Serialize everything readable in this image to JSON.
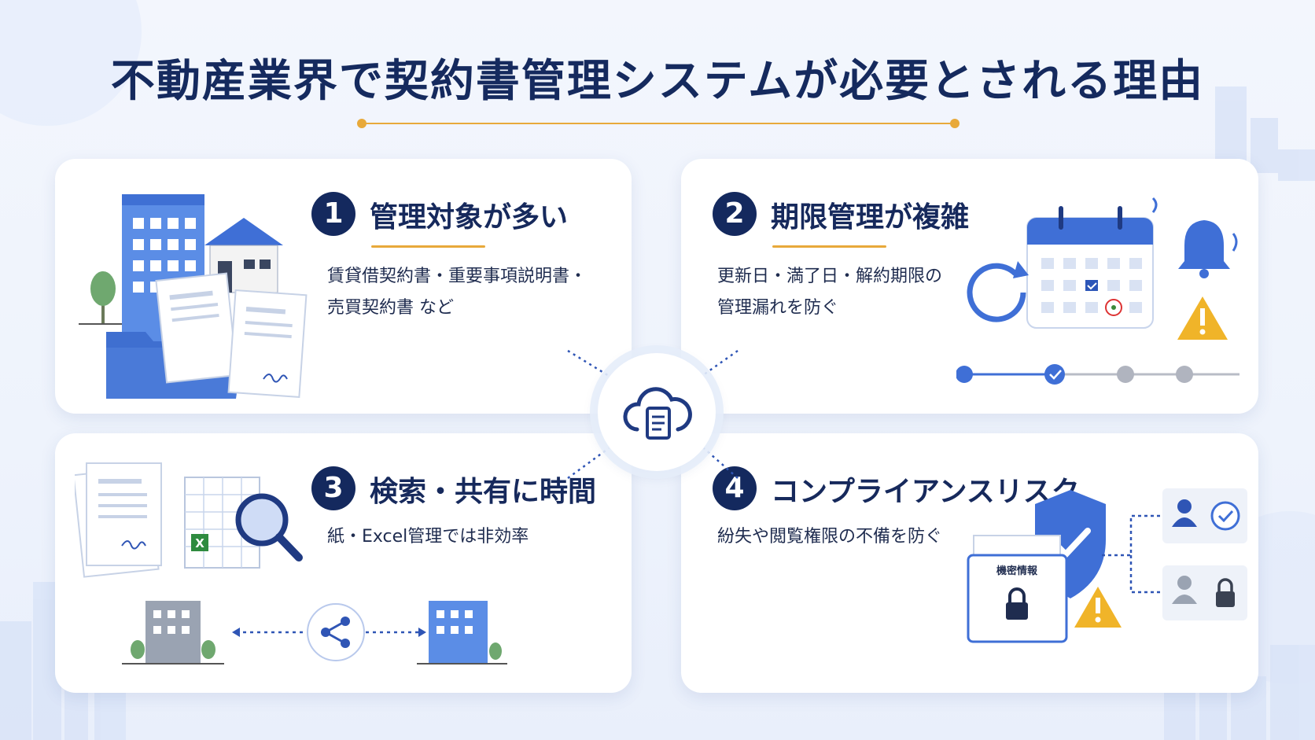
{
  "title": "不動産業界で契約書管理システムが必要とされる理由",
  "colors": {
    "navy": "#14295e",
    "accent": "#e8a93a",
    "blue": "#3d6ed6",
    "card": "#ffffff"
  },
  "cards": [
    {
      "number": "1",
      "heading": "管理対象が多い",
      "desc": [
        "賃貸借契約書・重要事項説明書・",
        "売買契約書 など"
      ]
    },
    {
      "number": "2",
      "heading": "期限管理が複雑",
      "desc": [
        "更新日・満了日・解約期限の",
        "管理漏れを防ぐ"
      ]
    },
    {
      "number": "3",
      "heading": "検索・共有に時間",
      "desc": [
        "紙・Excel管理では非効率"
      ]
    },
    {
      "number": "4",
      "heading": "コンプライアンスリスク",
      "desc": [
        "紛失や閲覧権限の不備を防ぐ"
      ]
    }
  ],
  "illustrations": {
    "card1": [
      "office-building-icon",
      "house-icon",
      "tree-icon",
      "document-icon",
      "folder-icon"
    ],
    "card2": [
      "calendar-icon",
      "bell-icon",
      "refresh-icon",
      "warning-icon",
      "timeline-icon"
    ],
    "card3": [
      "document-icon",
      "spreadsheet-icon",
      "magnifier-icon",
      "share-icon",
      "building-icon"
    ],
    "card4": [
      "shield-check-icon",
      "confidential-folder-icon",
      "lock-icon",
      "user-icon",
      "warning-icon"
    ]
  },
  "excel_letter": "X",
  "confidential_label": "機密情報",
  "hub_icon": "cloud-document-icon"
}
